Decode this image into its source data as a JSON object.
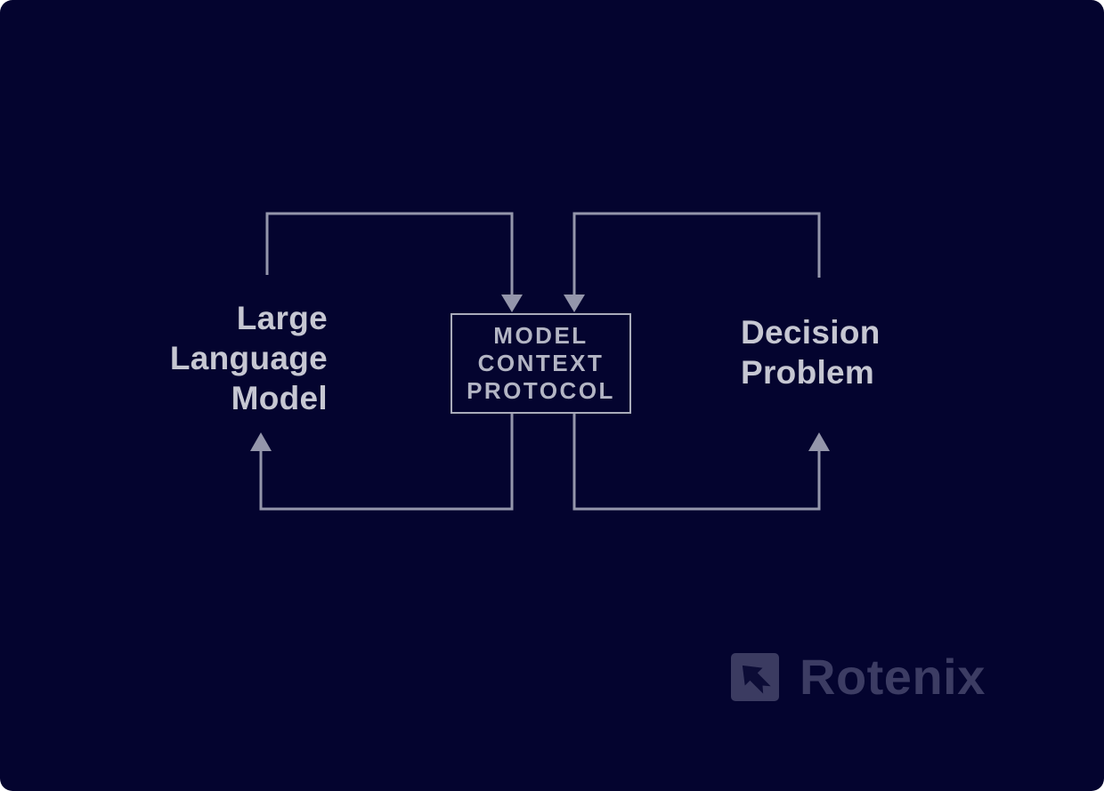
{
  "page": {
    "kind": "diagram-slide",
    "canvas_color": "#04042f",
    "page_background": "#ffffff"
  },
  "colors": {
    "label_text": "#c6c7d2",
    "box_text": "#b3b5c4",
    "box_border": "#a9abba",
    "connector": "#9496ab",
    "logo_text": "#3c3c63",
    "logo_square": "#3b3b61",
    "logo_arrow": "#0c0c36"
  },
  "diagram": {
    "nodes": {
      "llm": {
        "label": "Large Language Model",
        "lines": [
          "Large",
          "Language",
          "Model"
        ]
      },
      "mcp": {
        "label": "MODEL CONTEXT PROTOCOL",
        "lines": [
          "MODEL",
          "CONTEXT",
          "PROTOCOL"
        ]
      },
      "decision": {
        "label": "Decision Problem",
        "lines": [
          "Decision",
          "Problem"
        ]
      }
    },
    "edges": [
      {
        "from": "llm",
        "to": "mcp",
        "route": "top-left",
        "arrow": "into-mcp-top"
      },
      {
        "from": "decision",
        "to": "mcp",
        "route": "top-right",
        "arrow": "into-mcp-top"
      },
      {
        "from": "mcp",
        "to": "llm",
        "route": "bottom-left",
        "arrow": "into-llm"
      },
      {
        "from": "mcp",
        "to": "decision",
        "route": "bottom-right",
        "arrow": "into-decision"
      }
    ]
  },
  "branding": {
    "name": "Rotenix",
    "icon": "arrow-up-left-box-icon"
  }
}
